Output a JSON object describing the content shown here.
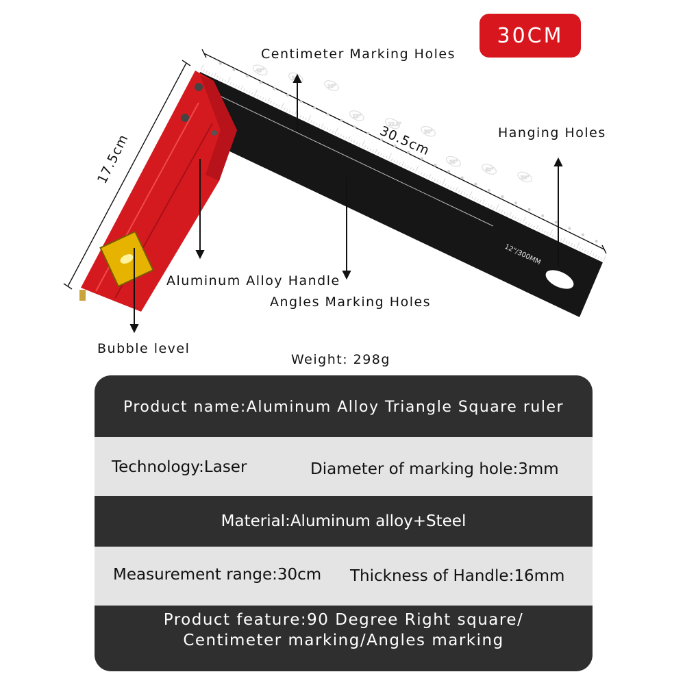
{
  "badge": {
    "text": "30CM"
  },
  "callouts": {
    "centimeter_holes": "Centimeter Marking Holes",
    "hanging_holes": "Hanging Holes",
    "handle": "Aluminum Alloy Handle",
    "angles_holes": "Angles Marking Holes",
    "bubble_level": "Bubble level",
    "weight": "Weight: 298g"
  },
  "dimensions": {
    "blade_length": "30.5cm",
    "handle_length": "17.5cm"
  },
  "ruler": {
    "blade_print": "12\"/300MM",
    "angle_marks": [
      "45°",
      "5°",
      "10°",
      "15°",
      "22.5°",
      "30°",
      "35°",
      "40°",
      "50°"
    ],
    "colors": {
      "handle": "#d8161e",
      "blade": "#161616",
      "level_vial": "#e6b400"
    }
  },
  "specs": {
    "product_name": "Product name:Aluminum Alloy Triangle Square ruler",
    "technology": "Technology:Laser",
    "hole_diameter": "Diameter of marking hole:3mm",
    "material": "Material:Aluminum alloy+Steel",
    "range": "Measurement range:30cm",
    "handle_thickness": "Thickness of Handle:16mm",
    "feature_line1": "Product feature:90 Degree Right square/",
    "feature_line2": "Centimeter marking/Angles marking"
  },
  "colors": {
    "badge": "#d8161e",
    "dark_row": "#2f2f2f",
    "light_row": "#e4e4e4"
  }
}
